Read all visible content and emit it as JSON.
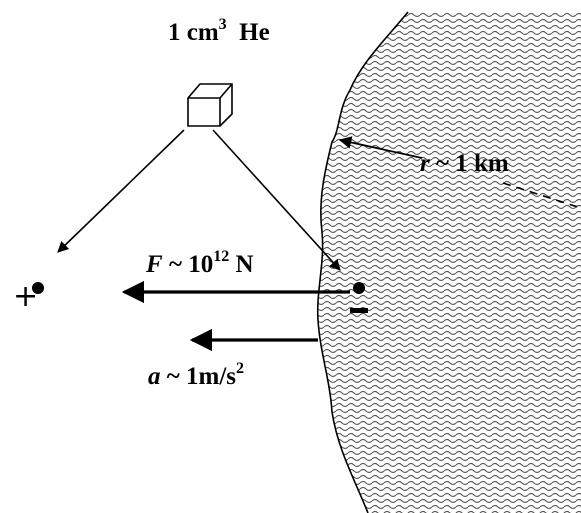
{
  "labels": {
    "cube": {
      "number": "1",
      "unit": "cm",
      "unit_exponent": "3",
      "substance": "He"
    },
    "force": {
      "symbol": "F",
      "relation": "~",
      "mantissa": "10",
      "exponent": "12",
      "unit": "N"
    },
    "acceleration": {
      "symbol": "a",
      "relation": "~",
      "value": "1m/s",
      "exponent": "2"
    },
    "radius": {
      "symbol": "r",
      "relation": "~",
      "value": "1",
      "unit": "km"
    },
    "positive_charge": "+",
    "negative_charge": "-"
  },
  "colors": {
    "ink": "#000000",
    "background": "#ffffff",
    "body_wave": "#555555"
  }
}
